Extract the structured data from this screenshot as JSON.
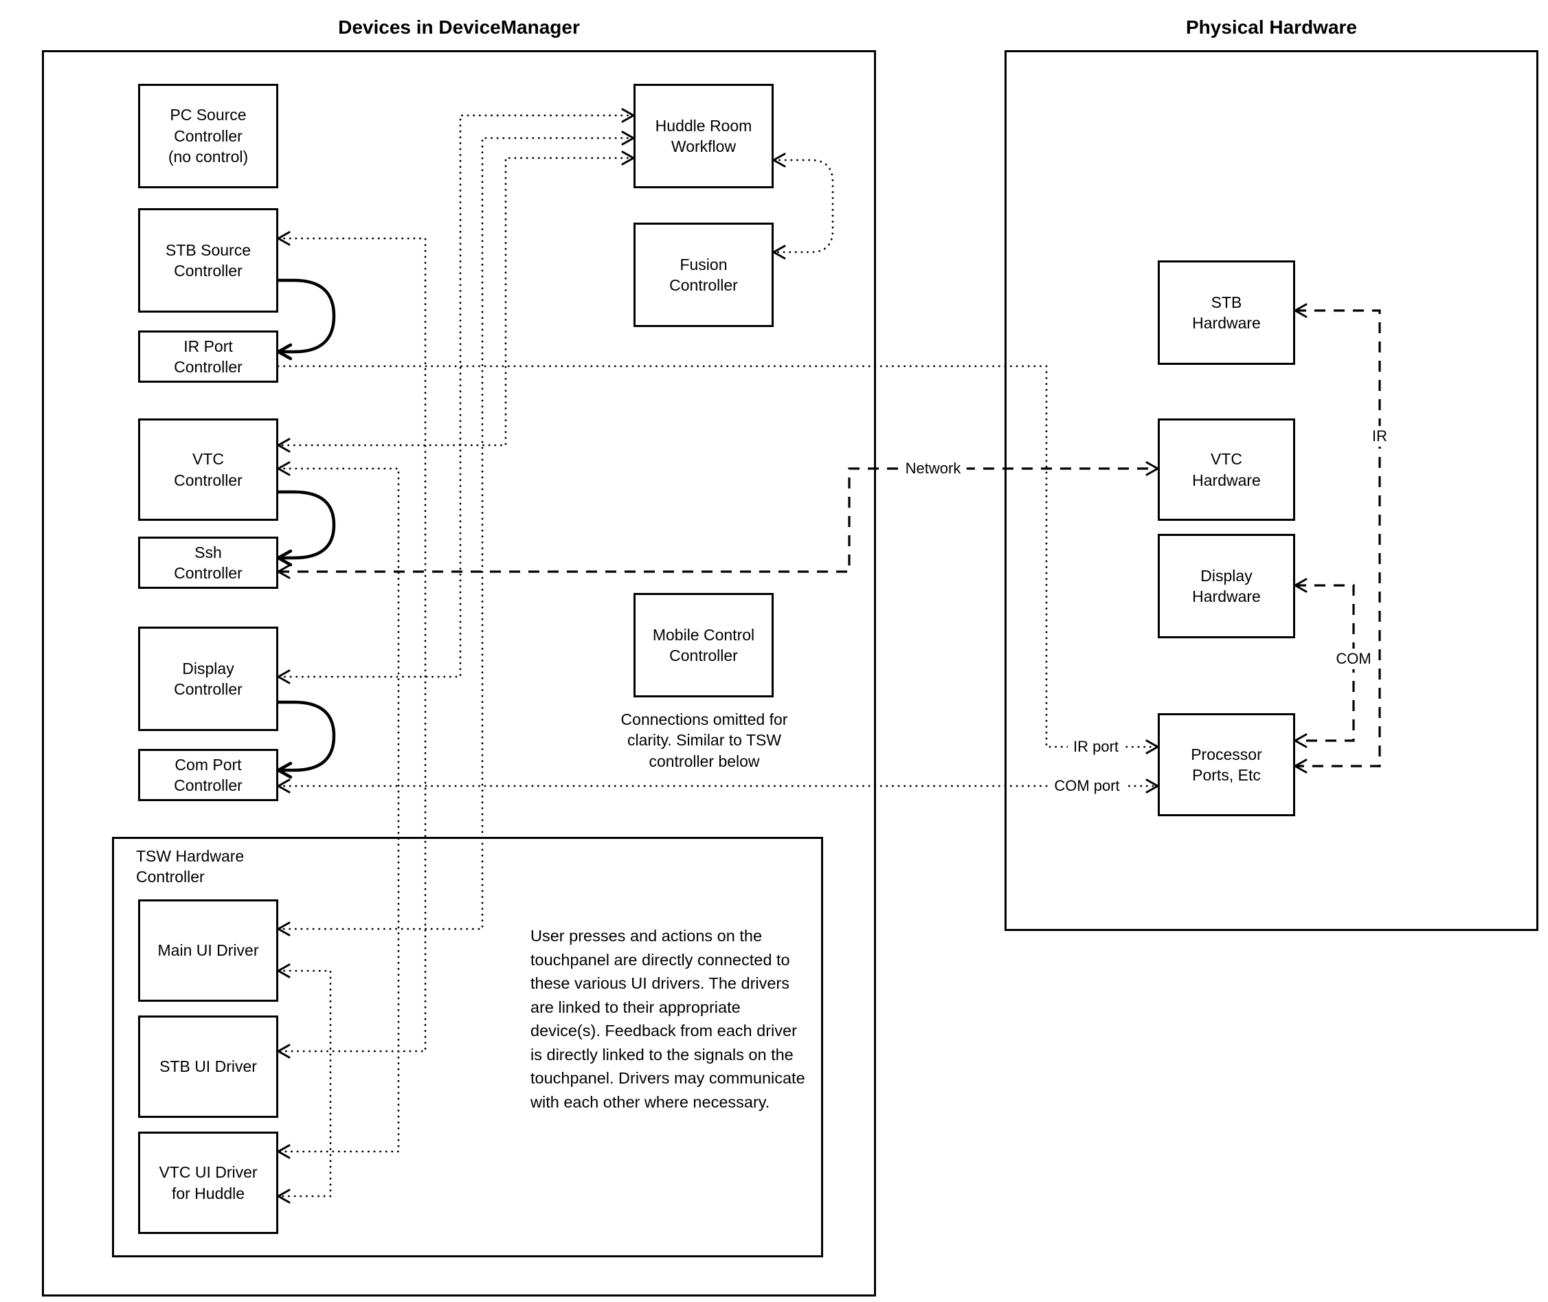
{
  "titles": {
    "left": "Devices in DeviceManager",
    "right": "Physical Hardware"
  },
  "device_manager": {
    "pc_source": "PC Source\nController\n(no control)",
    "stb_source": "STB Source\nController",
    "ir_port": "IR Port\nController",
    "vtc": "VTC\nController",
    "ssh": "Ssh\nController",
    "display": "Display\nController",
    "com_port": "Com Port\nController",
    "hrw": "Huddle Room\nWorkflow",
    "fusion": "Fusion\nController",
    "mobile": "Mobile Control\nController",
    "mobile_note": "Connections omitted for\nclarity. Similar to TSW\ncontroller below",
    "tsw": {
      "label": "TSW Hardware\nController",
      "main_ui": "Main UI Driver",
      "stb_ui": "STB UI Driver",
      "vtc_ui": "VTC UI Driver\nfor Huddle",
      "description": "User presses and actions on the touchpanel are directly connected to these various UI drivers.  The drivers are linked to their appropriate device(s). Feedback from each driver is directly linked to the signals on the touchpanel. Drivers may communicate with each other where necessary."
    }
  },
  "hardware": {
    "stb_hw": "STB\nHardware",
    "vtc_hw": "VTC\nHardware",
    "display_hw": "Display\nHardware",
    "processor": "Processor\nPorts, Etc"
  },
  "connection_labels": {
    "network": "Network",
    "ir": "IR",
    "com": "COM",
    "ir_port": "IR port",
    "com_port": "COM port"
  },
  "colors": {
    "line": "#000000",
    "background": "#ffffff"
  }
}
